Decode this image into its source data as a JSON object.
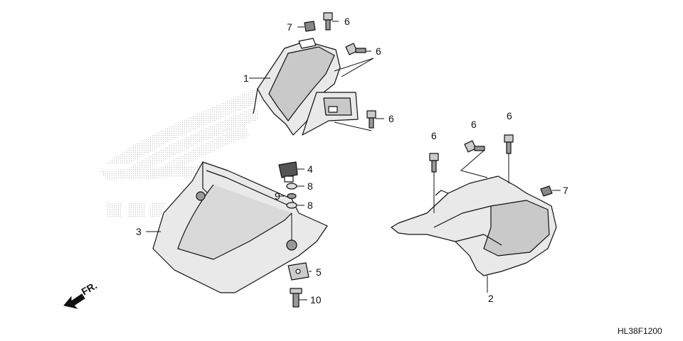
{
  "diagram": {
    "drawing_code": "HL38F1200",
    "direction_label": "FR.",
    "colors": {
      "line": "#111111",
      "panel_fill": "#e9e9e9",
      "panel_shade": "#c9c9c9",
      "watermark_dots": "#c8c8c8"
    },
    "callouts": {
      "c1": "1",
      "c2": "2",
      "c3": "3",
      "c4": "4",
      "c5": "5",
      "c6a": "6",
      "c6b": "6",
      "c6c": "6",
      "c6d": "6",
      "c6e": "6",
      "c6f": "6",
      "c7a": "7",
      "c7b": "7",
      "c8a": "8",
      "c8b": "8",
      "c9": "9",
      "c10": "10"
    }
  }
}
